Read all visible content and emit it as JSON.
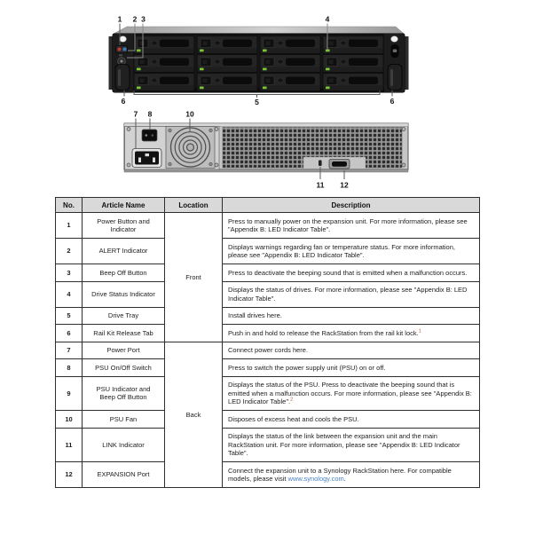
{
  "front_view": {
    "label": "expansion-unit-front-view",
    "callouts": [
      "1",
      "2",
      "3",
      "4",
      "5",
      "6",
      "6"
    ]
  },
  "rear_view": {
    "label": "expansion-unit-rear-view",
    "callouts": [
      "7",
      "8",
      "10",
      "11",
      "12"
    ]
  },
  "colors": {
    "drive_led_green": "#79c433",
    "power_led_red": "#c0392b",
    "power_led_blue": "#3d7ab5",
    "link_blue": "#4a82c4",
    "table_header_bg": "#d9d9d9",
    "footnote_red": "#c0504d"
  },
  "table": {
    "headers": [
      "No.",
      "Article Name",
      "Location",
      "Description"
    ],
    "rows": [
      {
        "no": "1",
        "article": "Power Button and Indicator",
        "location": "Front",
        "location_rowspan": 6,
        "description": "Press to manually power on the expansion unit. For more information, please see \"Appendix B: LED Indicator Table\"."
      },
      {
        "no": "2",
        "article": "ALERT Indicator",
        "description": "Displays warnings regarding fan or temperature status. For more information, please see \"Appendix B: LED Indicator Table\"."
      },
      {
        "no": "3",
        "article": "Beep Off Button",
        "description": "Press to deactivate the beeping sound that is emitted when a malfunction occurs."
      },
      {
        "no": "4",
        "article": "Drive Status Indicator",
        "description": "Displays the status of drives. For more information, please see \"Appendix B: LED Indicator Table\"."
      },
      {
        "no": "5",
        "article": "Drive Tray",
        "description": "Install drives here."
      },
      {
        "no": "6",
        "article": "Rail Kit Release Tab",
        "description": "Push in and hold to release the RackStation from the rail kit lock.",
        "sup": "1"
      },
      {
        "no": "7",
        "article": "Power Port",
        "location": "Back",
        "location_rowspan": 6,
        "description": "Connect power cords here."
      },
      {
        "no": "8",
        "article": "PSU On/Off Switch",
        "description": "Press to switch the power supply unit (PSU) on or off."
      },
      {
        "no": "9",
        "article": "PSU Indicator and Beep Off Button",
        "description": "Displays the status of the PSU. Press to deactivate the beeping sound that is emitted when a malfunction occurs. For more information, please see \"Appendix B: LED Indicator Table\".",
        "sup": "2"
      },
      {
        "no": "10",
        "article": "PSU Fan",
        "description": "Disposes of excess heat and cools the PSU."
      },
      {
        "no": "11",
        "article": "LINK Indicator",
        "description": "Displays the status of the link between the expansion unit and the main RackStation unit. For more information, please see \"Appendix B: LED Indicator Table\"."
      },
      {
        "no": "12",
        "article": "EXPANSION Port",
        "description": "Connect the expansion unit to a Synology RackStation here. For compatible models, please visit ",
        "link": "www.synology.com",
        "after_link": "."
      }
    ]
  }
}
